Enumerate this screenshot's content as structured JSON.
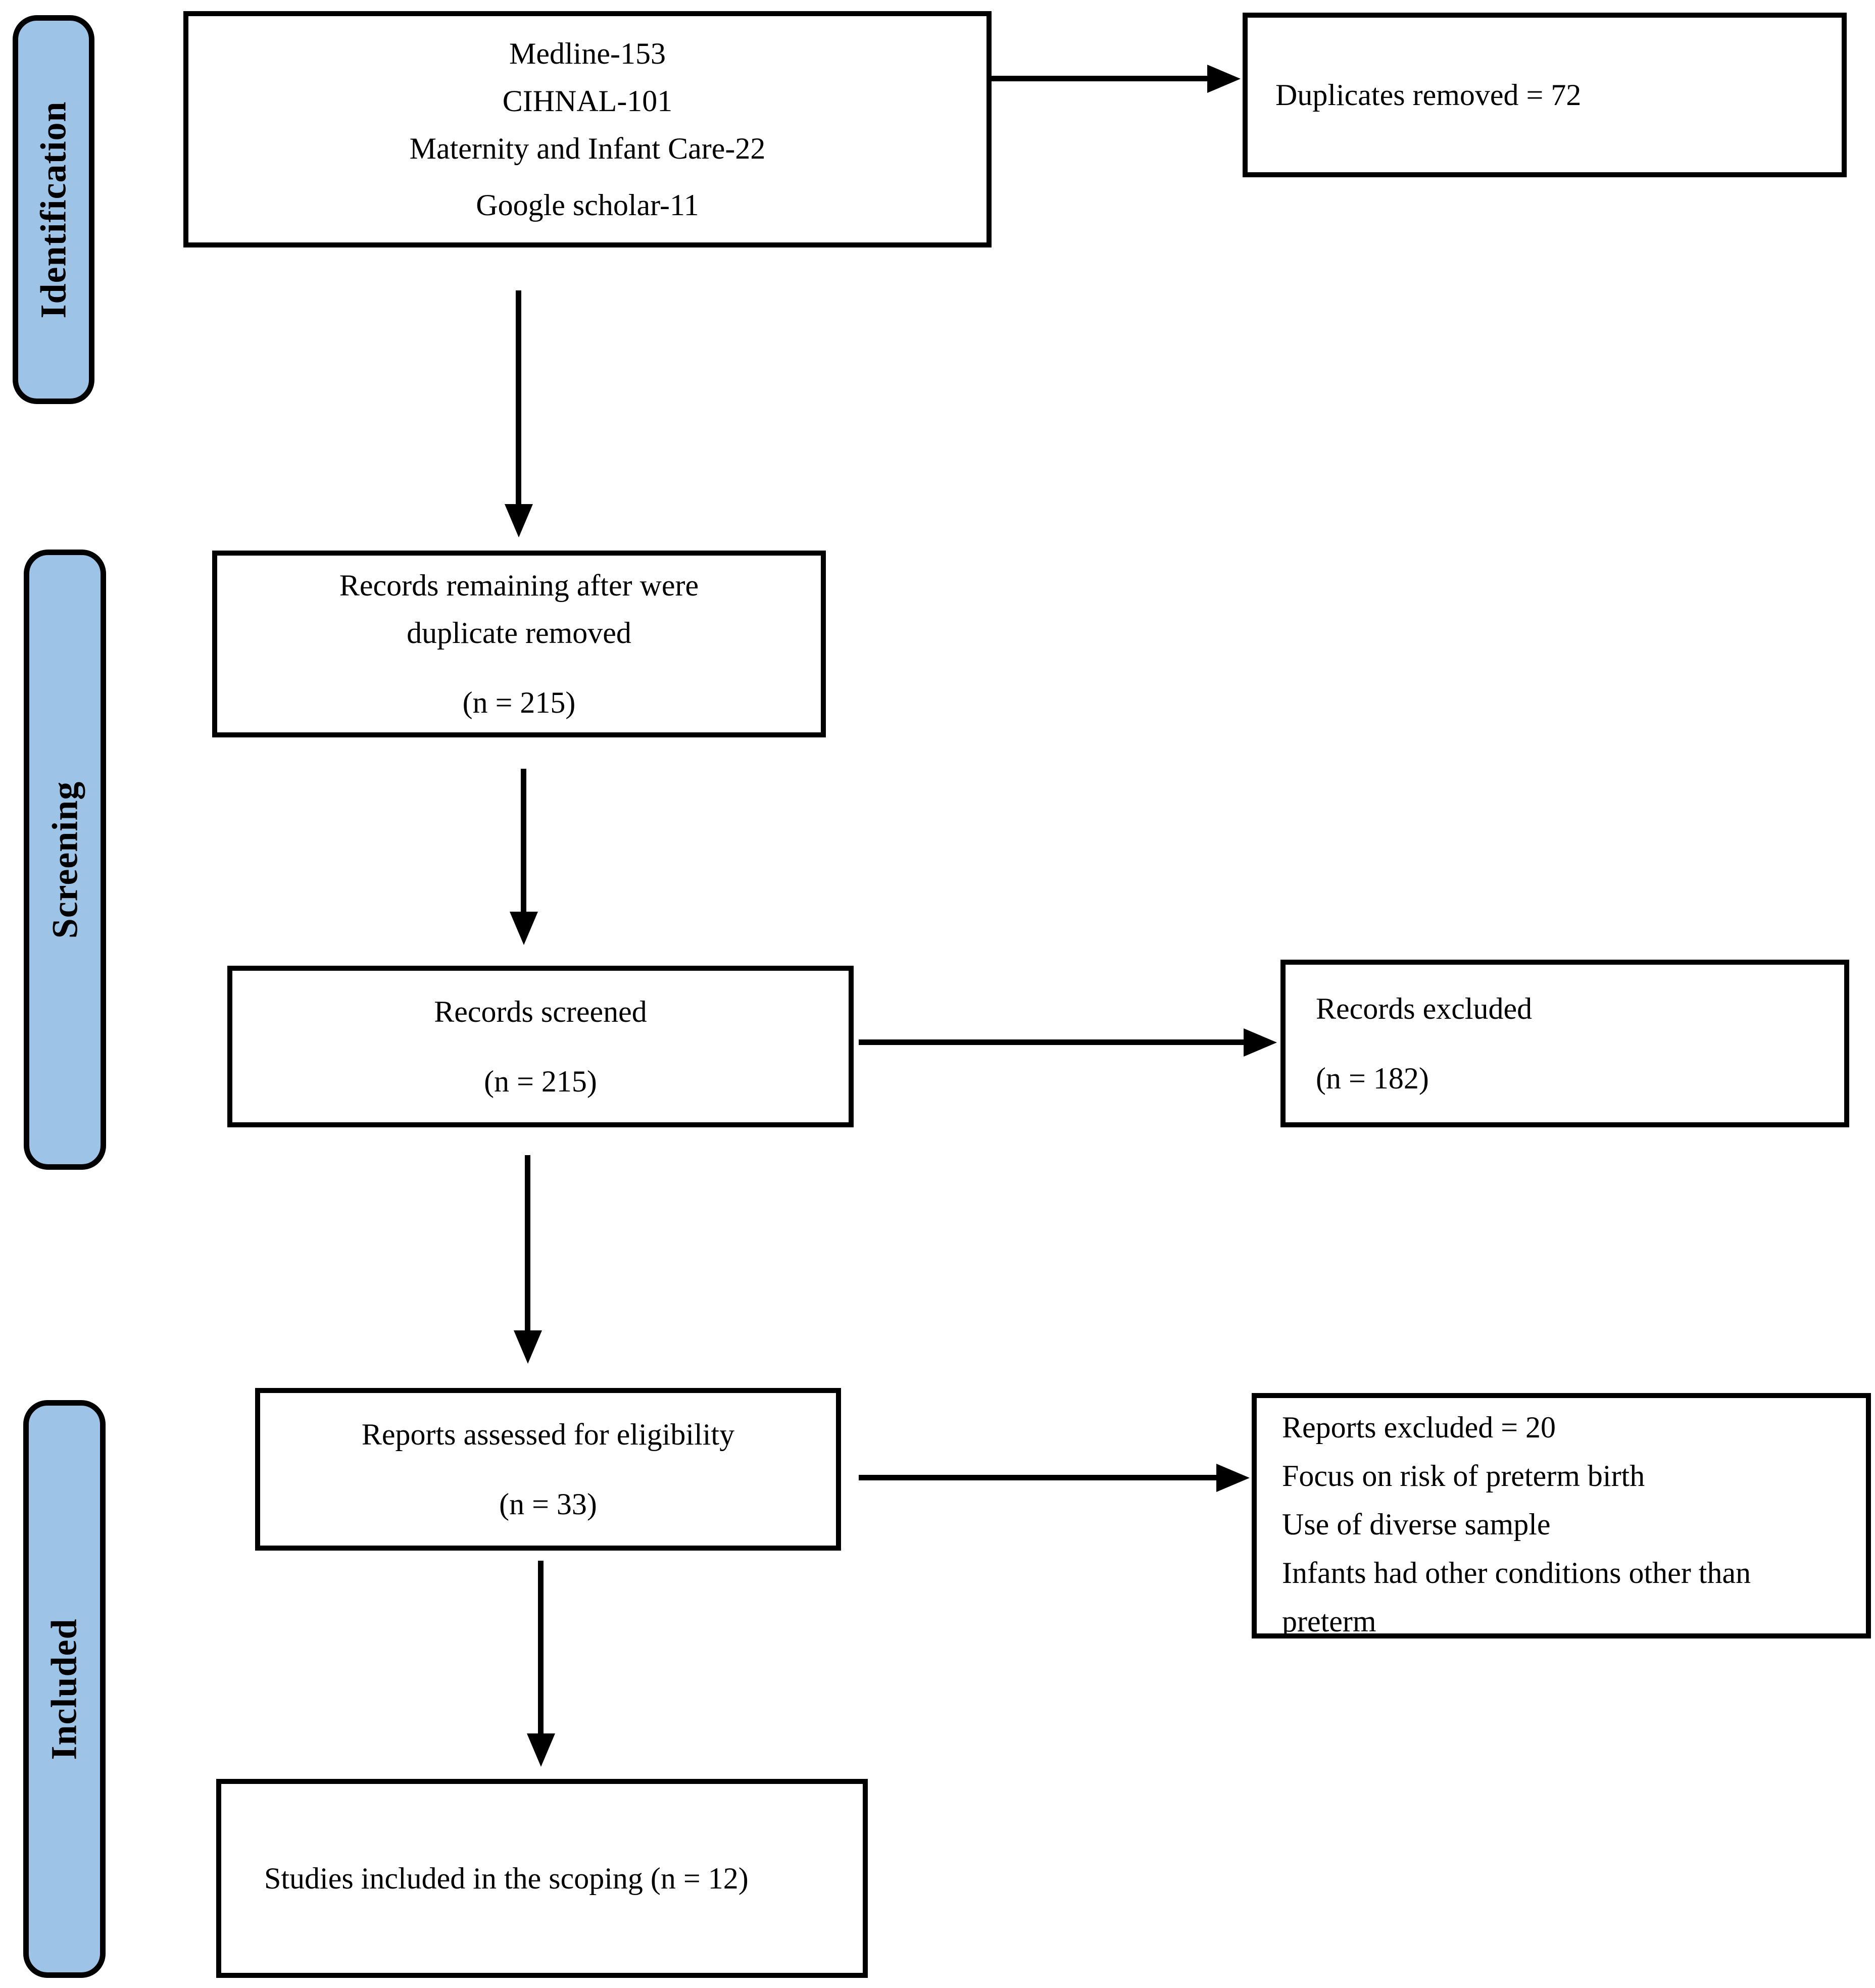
{
  "diagram_type": "prisma-flow-diagram",
  "colors": {
    "stage_fill": "#9DC3E6",
    "line": "#000000",
    "background": "#ffffff"
  },
  "stages": {
    "identification": "Identification",
    "screening": "Screening",
    "included": "Included"
  },
  "boxes": {
    "sources": {
      "lines": [
        "Medline-153",
        "CIHNAL-101",
        "Maternity and Infant Care-22",
        "Google scholar-11"
      ]
    },
    "duplicates_removed": {
      "text": "Duplicates removed = 72"
    },
    "records_remaining": {
      "line1": "Records remaining after were",
      "line2": "duplicate removed",
      "count": "(n = 215)"
    },
    "records_screened": {
      "title": "Records screened",
      "count": "(n = 215)"
    },
    "records_excluded": {
      "title": "Records excluded",
      "count": "(n = 182)"
    },
    "reports_assessed": {
      "title": "Reports assessed for eligibility",
      "count": "(n = 33)"
    },
    "reports_excluded": {
      "lines": [
        "Reports excluded = 20",
        "Focus on risk of preterm birth",
        "Use of diverse sample",
        "Infants had other conditions other than preterm"
      ]
    },
    "studies_included": {
      "text": "Studies included in the scoping (n = 12)"
    }
  }
}
